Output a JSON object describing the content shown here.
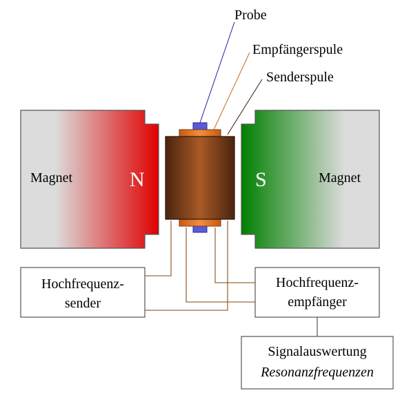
{
  "labels": {
    "probe": "Probe",
    "receiver_coil": "Empfängerspule",
    "sender_coil": "Senderspule",
    "magnet_left": "Magnet",
    "magnet_right": "Magnet",
    "pole_north": "N",
    "pole_south": "S",
    "sender_box": [
      "Hochfrequenz-",
      "sender"
    ],
    "receiver_box": [
      "Hochfrequenz-",
      "empfänger"
    ],
    "eval_box": [
      "Signalauswertung",
      "Resonanzfrequenzen"
    ]
  },
  "colors": {
    "north_pole": "#e00000",
    "south_pole": "#008000",
    "magnet_body": "#dcdcdc",
    "coil_brown": "#8a4b1e",
    "coil_band": "#e87b2a",
    "probe": "#5a5ad8",
    "wire": "#9a6a3c",
    "probe_leader": "#1f1fa8"
  }
}
